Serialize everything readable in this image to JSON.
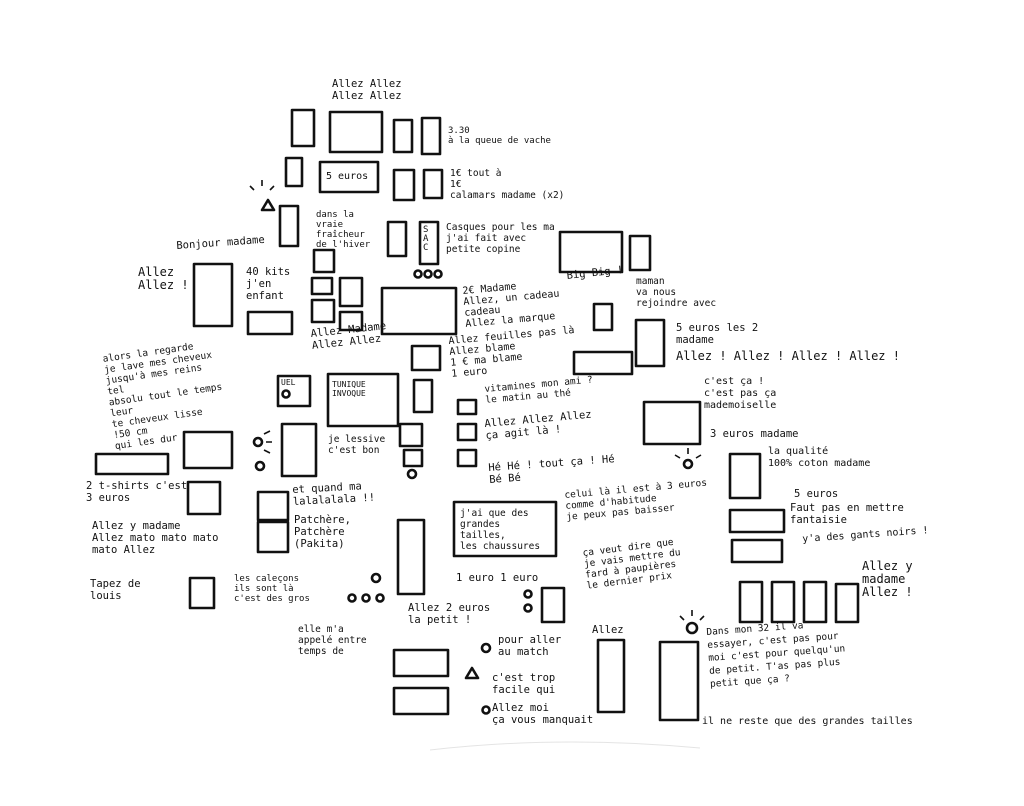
{
  "drawing": {
    "ink_color": "#111111",
    "paper_color": "#ffffff",
    "annotations": [
      {
        "id": "a01",
        "text": "Allez Allez\nAllez Allez"
      },
      {
        "id": "a02",
        "text": "3.30\nà la queue de vache"
      },
      {
        "id": "a03",
        "text": "5 euros"
      },
      {
        "id": "a04",
        "text": "1€ tout à\n1€\ncalamars madame (x2)"
      },
      {
        "id": "a05",
        "text": "dans la\nvraie\nfraîcheur\nde l'hiver"
      },
      {
        "id": "a06",
        "text": "Bonjour madame"
      },
      {
        "id": "a07",
        "text": "SAC"
      },
      {
        "id": "a08",
        "text": "Casques pour les ma\nj'ai fait avec\npetite copine"
      },
      {
        "id": "a09",
        "text": "Big Big !"
      },
      {
        "id": "a10",
        "text": "Allez\nAllez !"
      },
      {
        "id": "a11",
        "text": "40 kits\nj'en\nenfant"
      },
      {
        "id": "a12",
        "text": "maman\nva nous\nrejoindre avec"
      },
      {
        "id": "a13",
        "text": "2€ Madame\nAllez, un cadeau\ncadeau\nAllez la marque"
      },
      {
        "id": "a14",
        "text": "Allez Madame\nAllez Allez"
      },
      {
        "id": "a15",
        "text": "Allez feuilles pas là\nAllez blame\n1 € ma blame\n1 euro"
      },
      {
        "id": "a16",
        "text": "5 euros les 2\nmadame"
      },
      {
        "id": "a17",
        "text": "Allez ! Allez ! Allez ! Allez !"
      },
      {
        "id": "a18",
        "text": "alors la regarde\nje lave mes cheveux\njusqu'à mes reins\ntel\nabsolu tout le temps\nleur\nte cheveux lisse\n!50 cm\nqui les dur"
      },
      {
        "id": "a19",
        "text": "UEL"
      },
      {
        "id": "a20",
        "text": "TUNIQUE\nINVOQUE"
      },
      {
        "id": "a21",
        "text": "vitamines mon ami ?\nle matin au thé"
      },
      {
        "id": "a22",
        "text": "c'est ça !\nc'est pas ça\nmademoiselle"
      },
      {
        "id": "a23",
        "text": "3 euros madame"
      },
      {
        "id": "a24",
        "text": "Allez Allez Allez\nça agit là !"
      },
      {
        "id": "a25",
        "text": "je lessive\nc'est bon"
      },
      {
        "id": "a26",
        "text": "la qualité\n100% coton madame"
      },
      {
        "id": "a27",
        "text": "Hé Hé ! tout ça ! Hé\nBé Bé"
      },
      {
        "id": "a28",
        "text": "2 t-shirts c'est\n3 euros"
      },
      {
        "id": "a29",
        "text": "et quand ma\nlalalalala !!"
      },
      {
        "id": "a30",
        "text": "Patchère,\nPatchère\n(Pakita)"
      },
      {
        "id": "a31",
        "text": "celui là il est à 3 euros\ncomme d'habitude\nje peux pas baisser"
      },
      {
        "id": "a32",
        "text": "5 euros"
      },
      {
        "id": "a33",
        "text": "Faut pas en mettre\nfantaisie"
      },
      {
        "id": "a34",
        "text": "y'a des gants noirs !"
      },
      {
        "id": "a35",
        "text": "Allez y madame\nAllez mato mato mato\nmato Allez"
      },
      {
        "id": "a36",
        "text": "j'ai que des\ngrandes\ntailles,\nles chaussures"
      },
      {
        "id": "a37",
        "text": "ça veut dire que\nje vais mettre du\nfard à paupières\nle dernier prix"
      },
      {
        "id": "a38",
        "text": "1 euro 1 euro"
      },
      {
        "id": "a39",
        "text": "Allez y\nmadame\nAllez !"
      },
      {
        "id": "a40",
        "text": "Tapez de\nlouis"
      },
      {
        "id": "a41",
        "text": "les caleçons\nils sont là\nc'est des gros"
      },
      {
        "id": "a42",
        "text": "Allez 2 euros\nla petit !"
      },
      {
        "id": "a43",
        "text": "elle m'a\nappelé entre\ntemps de"
      },
      {
        "id": "a44",
        "text": "pour aller\nau match"
      },
      {
        "id": "a45",
        "text": "Allez"
      },
      {
        "id": "a46",
        "text": "Dans mon 32 il va\nessayer, c'est pas pour\nmoi c'est pour quelqu'un\nde petit. T'as pas plus\npetit que ça ?"
      },
      {
        "id": "a47",
        "text": "c'est trop\nfacile qui"
      },
      {
        "id": "a48",
        "text": "Allez moi\nça vous manquait"
      },
      {
        "id": "a49",
        "text": "il ne reste que des grandes tailles"
      }
    ]
  }
}
